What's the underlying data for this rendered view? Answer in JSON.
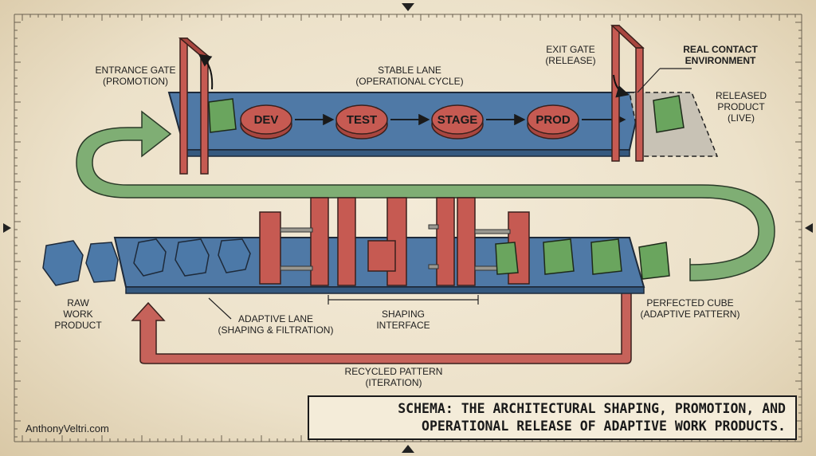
{
  "title": {
    "line1": "SCHEMA: THE ARCHITECTURAL SHAPING, PROMOTION, AND",
    "line2": "OPERATIONAL RELEASE OF ADAPTIVE WORK PRODUCTS."
  },
  "credit": "AnthonyVeltri.com",
  "stable_lane": {
    "label": "STABLE LANE",
    "sublabel": "(OPERATIONAL CYCLE)",
    "stages": [
      "DEV",
      "TEST",
      "STAGE",
      "PROD"
    ]
  },
  "entrance_gate": {
    "label": "ENTRANCE GATE",
    "sublabel": "(PROMOTION)"
  },
  "exit_gate": {
    "label": "EXIT GATE",
    "sublabel": "(RELEASE)"
  },
  "real_contact": {
    "line1": "REAL CONTACT",
    "line2": "ENVIRONMENT"
  },
  "released_product": {
    "line1": "RELEASED",
    "line2": "PRODUCT",
    "line3": "(LIVE)"
  },
  "raw_work_product": {
    "line1": "RAW",
    "line2": "WORK",
    "line3": "PRODUCT"
  },
  "adaptive_lane": {
    "label": "ADAPTIVE LANE",
    "sublabel": "(SHAPING & FILTRATION)"
  },
  "shaping_interface": {
    "line1": "SHAPING",
    "line2": "INTERFACE"
  },
  "perfected_cube": {
    "label": "PERFECTED CUBE",
    "sublabel": "(ADAPTIVE PATTERN)"
  },
  "recycled_pattern": {
    "label": "RECYCLED PATTERN",
    "sublabel": "(ITERATION)"
  },
  "colors": {
    "lane_blue": "#4f79a6",
    "gate_red": "#c65a52",
    "cube_green": "#6aa55e",
    "arrow_green": "#7fae74",
    "arrow_red": "#c6625a",
    "raw_blue": "#4c79a8",
    "paper": "#ece1c9"
  }
}
